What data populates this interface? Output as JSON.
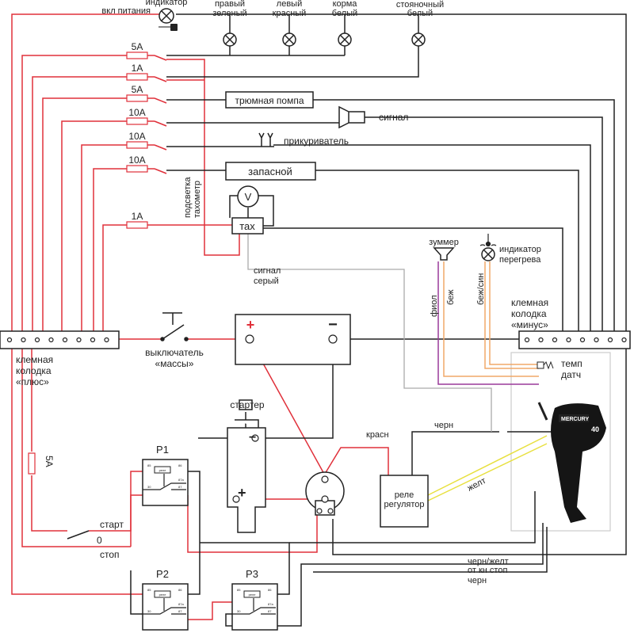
{
  "colors": {
    "power_wire": "#e0303a",
    "ground_wire": "#222222",
    "signal_grey": "#aaaaaa",
    "beige": "#f0a868",
    "violet": "#9a3a9a",
    "yellow": "#e8e040"
  },
  "lamps": {
    "power_indicator": [
      "индикатор",
      "вкл питания"
    ],
    "right_green": [
      "правый",
      "зеленый"
    ],
    "left_red": [
      "левый",
      "красный"
    ],
    "stern_white": [
      "корма",
      "белый"
    ],
    "anchor_white": [
      "стояночный",
      "белый"
    ]
  },
  "fuses": [
    "5A",
    "1A",
    "5A",
    "10A",
    "10A",
    "10A",
    "1A"
  ],
  "fuse_vertical": "5A",
  "loads": {
    "bilge_pump": "трюмная помпа",
    "horn": "сигнал",
    "lighter": "прикуриватель",
    "spare": "запасной",
    "voltmeter": "V",
    "tach": "тах",
    "tach_backlight": [
      "подсветка",
      "тахометр"
    ]
  },
  "signal_grey": [
    "сигнал",
    "серый"
  ],
  "buzzer": "зуммер",
  "overheat": [
    "индикатор",
    "перегрева"
  ],
  "wire_labels": {
    "violet": "фиол",
    "beige": "беж",
    "beige_blue": "беж/син",
    "red": "красн",
    "black": "черн",
    "yellow": "желт"
  },
  "minus_block": [
    "клемная",
    "колодка",
    "«минус»"
  ],
  "plus_block": [
    "клемная",
    "колодка",
    "«плюс»"
  ],
  "mass_switch": [
    "выключатель",
    "«массы»"
  ],
  "battery": {
    "plus": "+",
    "minus": "−"
  },
  "temp_sensor": [
    "темп",
    "датч"
  ],
  "starter": {
    "label": "стартер",
    "minus": "−",
    "plus": "+"
  },
  "regulator": [
    "реле",
    "регулятор"
  ],
  "key_switch": {
    "start": "старт",
    "zero": "0",
    "stop": "стоп"
  },
  "relays": [
    {
      "label": "P1",
      "coil": "реле"
    },
    {
      "label": "P2",
      "coil": "реле"
    },
    {
      "label": "P3",
      "coil": "реле"
    }
  ],
  "relay_pins": [
    "85",
    "86",
    "30",
    "87a",
    "87"
  ],
  "stop_button": [
    "черн/желт",
    "от кн стоп",
    "черн"
  ],
  "motor": {
    "brand": "MERCURY",
    "hp": "40"
  }
}
